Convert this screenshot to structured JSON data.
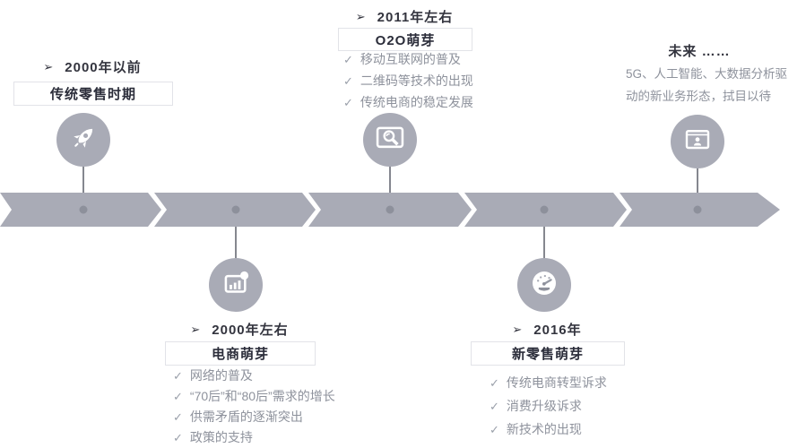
{
  "glyphs": {
    "date_marker": "➢",
    "check": "✓"
  },
  "palette": {
    "band": "#a9abb6",
    "dot": "#8d909b",
    "connector": "#85878f",
    "heading_text": "#33343e",
    "body_text": "#8e929c",
    "box_border": "#e2e3e8"
  },
  "milestones": [
    {
      "id": "traditional-retail",
      "side": "top",
      "date": "2000年以前",
      "title": "传统零售时期",
      "icon": "rocket-icon",
      "points": []
    },
    {
      "id": "ecommerce",
      "side": "bottom",
      "date": "2000年左右",
      "title": "电商萌芽",
      "icon": "bar-chart-icon",
      "points": [
        "网络的普及",
        "“70后”和“80后”需求的增长",
        "供需矛盾的逐渐突出",
        "政策的支持"
      ]
    },
    {
      "id": "o2o",
      "side": "top",
      "date": "2011年左右",
      "title": "O2O萌芽",
      "icon": "monitor-search-icon",
      "points": [
        "移动互联网的普及",
        "二维码等技术的出现",
        "传统电商的稳定发展"
      ]
    },
    {
      "id": "new-retail",
      "side": "bottom",
      "date": "2016年",
      "title": "新零售萌芽",
      "icon": "gauge-icon",
      "points": [
        "传统电商转型诉求",
        "消费升级诉求",
        "新技术的出现"
      ]
    },
    {
      "id": "future",
      "side": "top",
      "date": "未来 ……",
      "description": "5G、人工智能、大数据分析驱动的新业务形态，拭目以待",
      "icon": "screen-user-icon",
      "points": []
    }
  ]
}
